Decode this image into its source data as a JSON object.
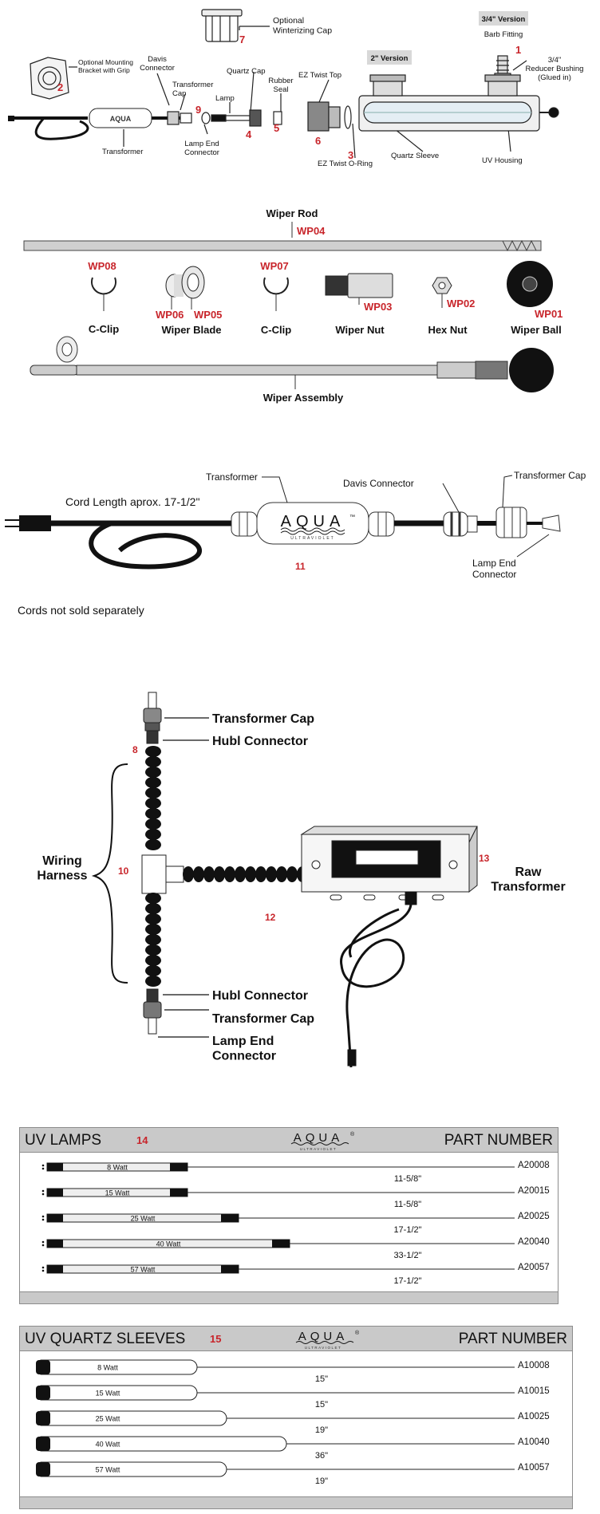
{
  "colors": {
    "accent_red": "#c8252b",
    "table_header": "#c9c9c9",
    "line": "#111111"
  },
  "exploded": {
    "optional_winterizing_cap": "Optional\nWinterizing Cap",
    "num_7": "7",
    "version_34": "3/4\" Version",
    "barb_fitting": "Barb Fitting",
    "num_1": "1",
    "reducer_bushing": "3/4\"\nReducer Bushing\n(Glued in)",
    "version_2": "2\" Version",
    "optional_mounting_bracket": "Optional Mounting\nBracket with Grip",
    "num_2": "2",
    "davis_connector": "Davis\nConnector",
    "transformer_cap": "Transformer\nCap",
    "quartz_cap": "Quartz Cap",
    "rubber_seal": "Rubber\nSeal",
    "ez_twist_top": "EZ Twist Top",
    "lamp": "Lamp",
    "num_9": "9",
    "num_4": "4",
    "num_5": "5",
    "num_6": "6",
    "num_3": "3",
    "transformer": "Transformer",
    "lamp_end_connector": "Lamp End\nConnector",
    "ez_twist_oring": "EZ Twist O-Ring",
    "quartz_sleeve": "Quartz Sleeve",
    "uv_housing": "UV Housing"
  },
  "wiper": {
    "wiper_rod": "Wiper Rod",
    "wp04": "WP04",
    "wp08": "WP08",
    "wp07": "WP07",
    "wp06": "WP06",
    "wp05": "WP05",
    "wp03": "WP03",
    "wp02": "WP02",
    "wp01": "WP01",
    "c_clip_1": "C-Clip",
    "wiper_blade": "Wiper Blade",
    "c_clip_2": "C-Clip",
    "wiper_nut": "Wiper Nut",
    "hex_nut": "Hex Nut",
    "wiper_ball": "Wiper Ball",
    "wiper_assembly": "Wiper Assembly"
  },
  "cord": {
    "transformer": "Transformer",
    "davis_connector": "Davis Connector",
    "transformer_cap": "Transformer Cap",
    "cord_length": "Cord Length aprox. 17-1/2\"",
    "lamp_end_connector": "Lamp End\nConnector",
    "num_11": "11",
    "cords_not_sold": "Cords not sold separately"
  },
  "logo": {
    "brand": "AQUA",
    "sub": "ULTRAVIOLET",
    "tm": "™",
    "reg": "®"
  },
  "harness": {
    "transformer_cap_top": "Transformer Cap",
    "num_8": "8",
    "hubl_connector_top": "Hubl Connector",
    "wiring_harness": "Wiring\nHarness",
    "num_10": "10",
    "num_13": "13",
    "raw_transformer": "Raw\nTransformer",
    "num_12": "12",
    "hubl_connector_bottom": "Hubl Connector",
    "transformer_cap_bottom": "Transformer Cap",
    "lamp_end_connector": "Lamp End\nConnector"
  },
  "uv_lamps": {
    "title": "UV LAMPS",
    "num": "14",
    "part_number_label": "PART NUMBER",
    "rows": [
      {
        "watt": "8 Watt",
        "length": "11-5/8\"",
        "part": "A20008",
        "size": 0.0
      },
      {
        "watt": "15 Watt",
        "length": "11-5/8\"",
        "part": "A20015",
        "size": 0.0
      },
      {
        "watt": "25 Watt",
        "length": "17-1/2\"",
        "part": "A20025",
        "size": 0.5
      },
      {
        "watt": "40 Watt",
        "length": "33-1/2\"",
        "part": "A20040",
        "size": 1.0
      },
      {
        "watt": "57 Watt",
        "length": "17-1/2\"",
        "part": "A20057",
        "size": 0.5
      }
    ]
  },
  "uv_sleeves": {
    "title": "UV QUARTZ SLEEVES",
    "num": "15",
    "part_number_label": "PART NUMBER",
    "rows": [
      {
        "watt": "8 Watt",
        "length": "15\"",
        "part": "A10008",
        "size": 0.0
      },
      {
        "watt": "15 Watt",
        "length": "15\"",
        "part": "A10015",
        "size": 0.0
      },
      {
        "watt": "25 Watt",
        "length": "19\"",
        "part": "A10025",
        "size": 0.33
      },
      {
        "watt": "40 Watt",
        "length": "36\"",
        "part": "A10040",
        "size": 1.0
      },
      {
        "watt": "57 Watt",
        "length": "19\"",
        "part": "A10057",
        "size": 0.33
      }
    ]
  }
}
